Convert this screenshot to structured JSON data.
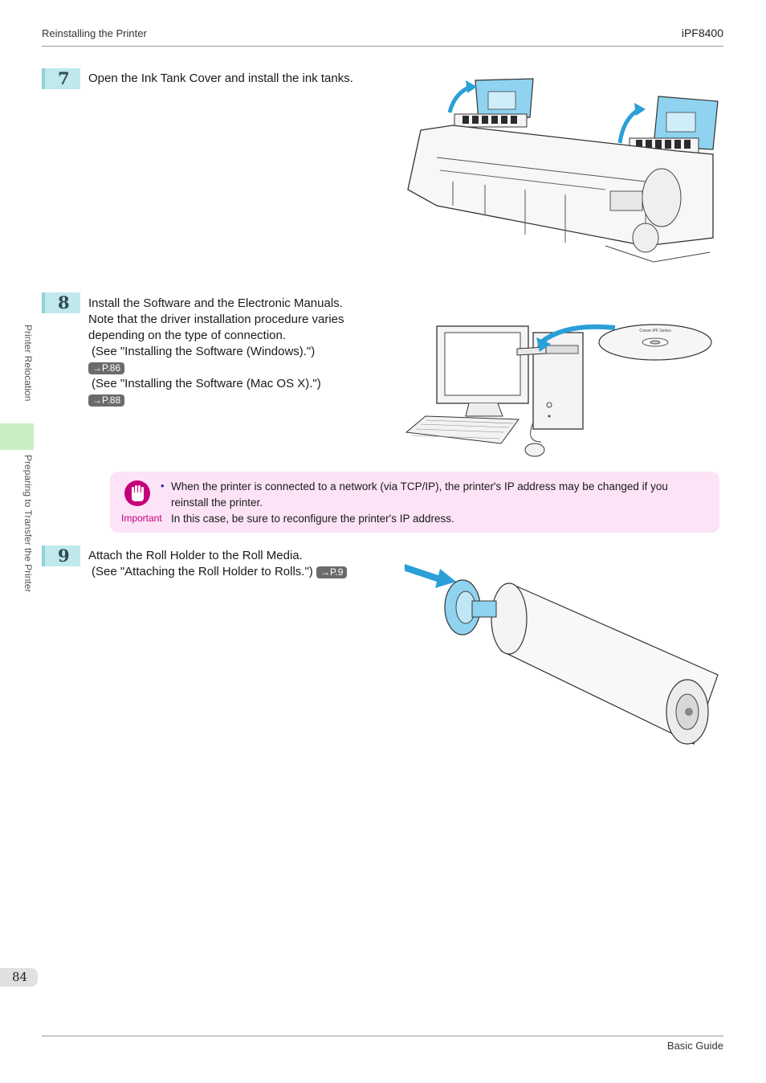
{
  "header": {
    "section": "Reinstalling the Printer",
    "model": "iPF8400"
  },
  "side_tabs": [
    "Printer Relocation",
    "Preparing to Transfer the Printer"
  ],
  "steps": [
    {
      "number": "7",
      "text": "Open the Ink Tank Cover and install the ink tanks."
    },
    {
      "number": "8",
      "lines": [
        "Install the Software and the Electronic Manuals.",
        "Note that the driver installation procedure varies",
        "depending on the type of connection."
      ],
      "refs": [
        {
          "text": "(See \"Installing the Software (Windows).\")",
          "page": "→P.86"
        },
        {
          "text": "(See \"Installing the Software (Mac OS X).\")",
          "page": "→P.88"
        }
      ]
    },
    {
      "number": "9",
      "text": "Attach the Roll Holder to the Roll Media.",
      "refs": [
        {
          "text": "(See \"Attaching the Roll Holder to Rolls.\")",
          "page": "→P.9"
        }
      ]
    }
  ],
  "note": {
    "icon": "hand-stop-icon",
    "label": "Important",
    "bullet": "•",
    "lines": [
      "When the printer is connected to a network (via TCP/IP), the printer's IP address may be changed if you",
      "reinstall the printer.",
      "In this case, be sure to reconfigure the printer's IP address."
    ]
  },
  "cd_label": "Canon iPF Series",
  "footer": {
    "page_number": "84",
    "guide": "Basic Guide"
  },
  "colors": {
    "step_badge": "#bfe9ec",
    "note_bg": "#fde3f7",
    "note_accent": "#c4007a",
    "arrow": "#2a9fd8",
    "side_highlight": "#c9eec4"
  }
}
